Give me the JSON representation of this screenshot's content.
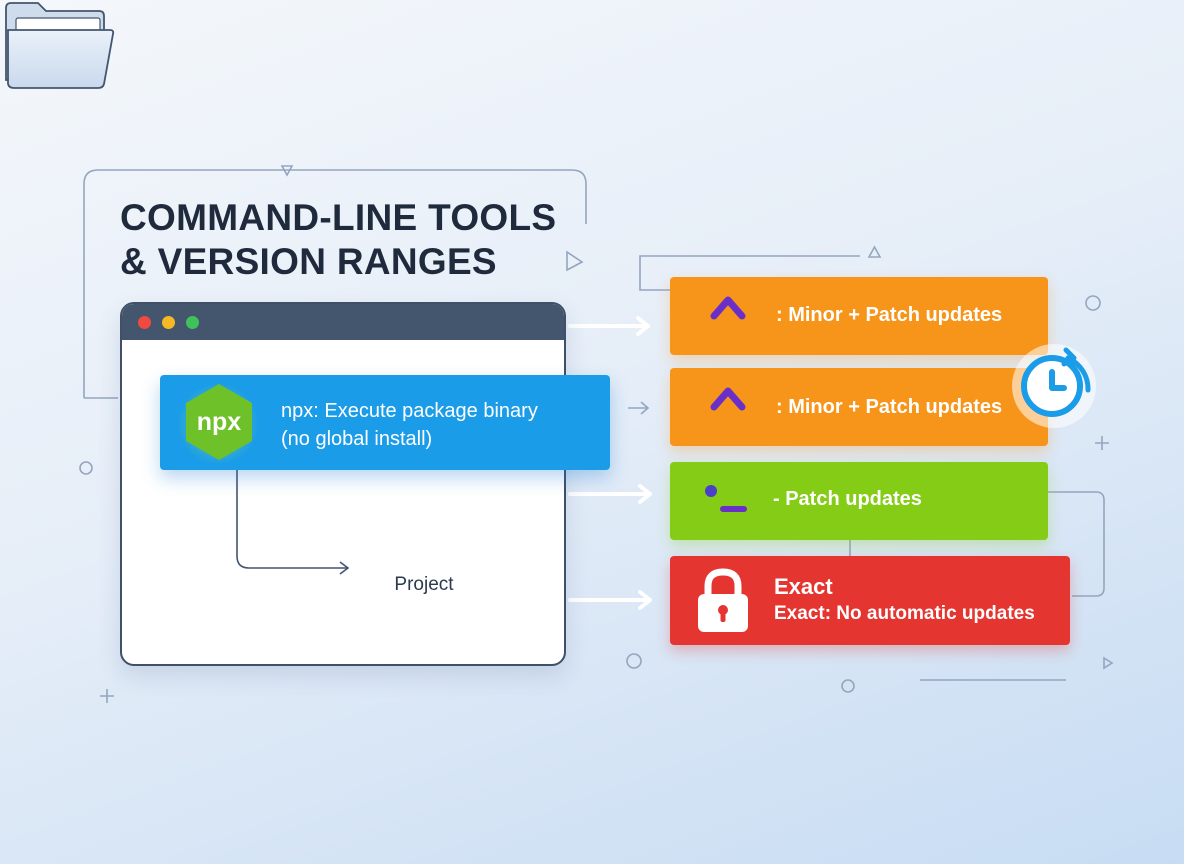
{
  "title": {
    "line1": "COMMAND-LINE TOOLS",
    "line2": "& VERSION RANGES"
  },
  "npx": {
    "badge": "npx",
    "line1": "npx: Execute package binary",
    "line2": "(no global install)"
  },
  "folder": {
    "label": "Project"
  },
  "ranges": [
    {
      "text": ": Minor + Patch updates",
      "color": "#f7941a",
      "icon": "caret-up-icon"
    },
    {
      "text": ": Minor + Patch updates",
      "color": "#f7941a",
      "icon": "caret-up-icon"
    },
    {
      "text": "- Patch updates",
      "color": "#84cc16",
      "icon": "prompt-icon"
    }
  ],
  "exact": {
    "title": "Exact",
    "subtitle": "Exact: No automatic updates",
    "color": "#e53530",
    "icon": "lock-icon"
  },
  "decor": {
    "clock_icon": "clock-refresh-icon",
    "accent": "#1b9ce8"
  }
}
